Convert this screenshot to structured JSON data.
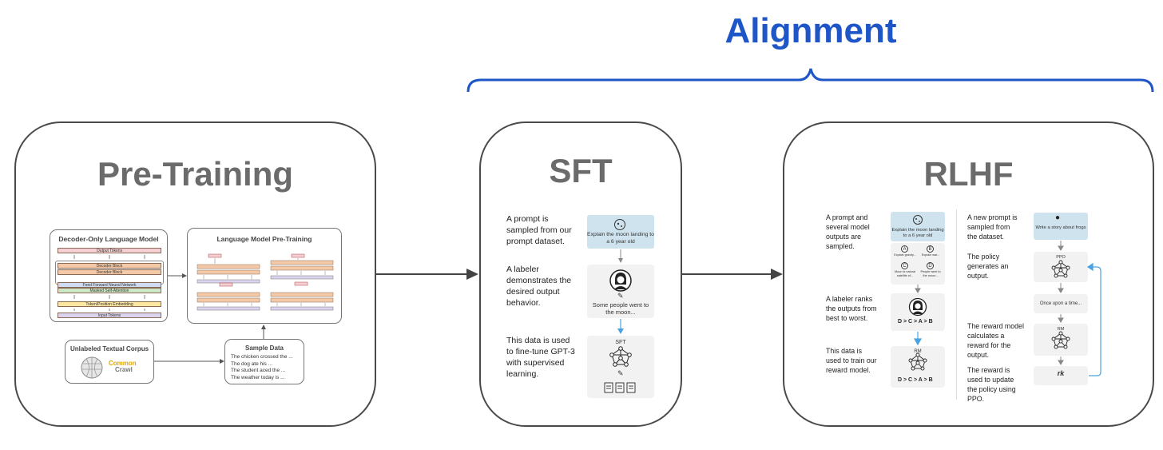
{
  "alignment": {
    "title": "Alignment"
  },
  "pretraining": {
    "title": "Pre-Training",
    "model_box": {
      "title": "Decoder-Only Language Model",
      "output_tokens": "Output Tokens",
      "decoder_block_1": "Decoder Block",
      "decoder_block_2": "Decoder Block",
      "feed_forward": "Feed Forward Neural Network",
      "masked_attention": "Masked Self-Attention",
      "embedding": "Token/Position Embedding",
      "input_tokens": "Input Tokens"
    },
    "lm_box": {
      "title": "Language Model Pre-Training"
    },
    "corpus_box": {
      "title": "Unlabeled Textual Corpus",
      "crawl_label_1": "Common",
      "crawl_label_2": "Crawl"
    },
    "sample_box": {
      "title": "Sample Data",
      "lines": [
        "The chicken crossed the ...",
        "The dog ate his ...",
        "The student aced the ...",
        "The weather today is ..."
      ]
    }
  },
  "sft": {
    "title": "SFT",
    "steps": [
      "A prompt is sampled from our prompt dataset.",
      "A labeler demonstrates the desired output behavior.",
      "This data is used to fine-tune GPT-3 with supervised learning."
    ],
    "prompt_card": "Explain the moon landing to a 6 year old",
    "answer_text": "Some people went to the moon...",
    "model_label": "SFT"
  },
  "rlhf": {
    "title": "RLHF",
    "left_steps": [
      "A prompt and several model outputs are sampled.",
      "A labeler ranks the outputs from best to worst.",
      "This data is used to train our reward model."
    ],
    "right_steps": [
      "A new prompt is sampled from the dataset.",
      "The policy generates an output.",
      "The reward model calculates a reward for the output.",
      "The reward is used to update the policy using PPO."
    ],
    "prompt_card": "Explain the moon landing to a 6 year old",
    "outputs": [
      {
        "letter": "A",
        "text": "Explain gravity..."
      },
      {
        "letter": "B",
        "text": "Explain war..."
      },
      {
        "letter": "C",
        "text": "Moon is natural satellite of..."
      },
      {
        "letter": "D",
        "text": "People went to the moon..."
      }
    ],
    "ranking": "D > C > A > B",
    "rm_label": "RM",
    "story_prompt": "Write a story about frogs",
    "ppo_label": "PPO",
    "story_output": "Once upon a time...",
    "reward_symbol": "rk"
  },
  "colors": {
    "alignment_blue": "#1e56c8",
    "title_gray": "#6b6b6b",
    "prompt_blue": "#cfe3ef",
    "feedback_arrow": "#4aa3e0",
    "embedding_yellow": "#fde8a0",
    "decoder_orange": "#f4c9a8",
    "attention_green": "#cde6c5",
    "ffn_blue": "#cfdcf3",
    "output_pink": "#f4cfd3",
    "input_purple": "#dcd3ee"
  }
}
